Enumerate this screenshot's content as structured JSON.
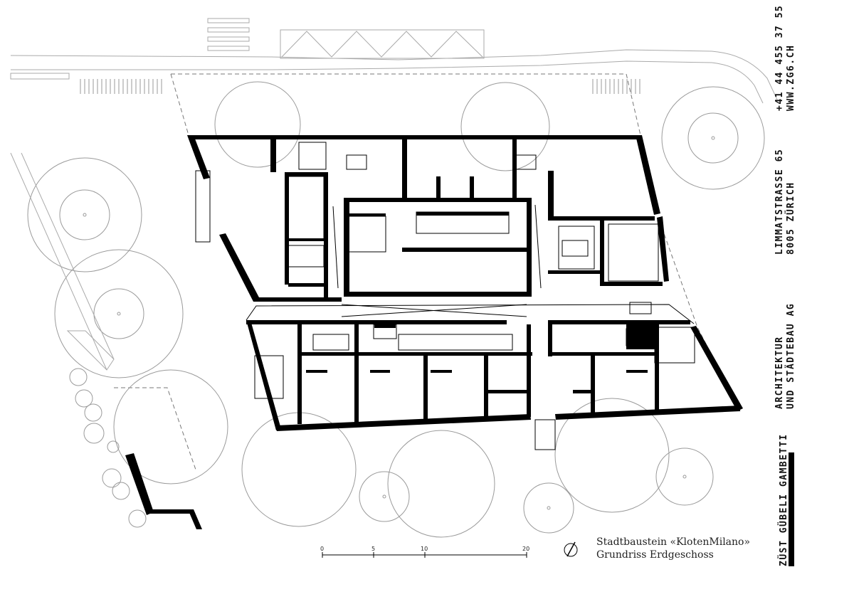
{
  "caption": {
    "title": "Stadtbaustein «KlotenMilano»",
    "subtitle": "Grundriss Erdgeschoss"
  },
  "scale_bar": {
    "labels": [
      "0",
      "5",
      "10",
      "20"
    ]
  },
  "office": {
    "name": "ZÜST GÜBELI GAMBETTI",
    "practice_line1": "ARCHITEKTUR",
    "practice_line2": "UND STÄDTEBAU AG",
    "address_line1": "LIMMATSTRASSE 65",
    "address_line2": "8005 ZÜRICH",
    "phone": "+41 44 455 37 55",
    "web": "WWW.ZG6.CH"
  },
  "icons": {
    "north_arrow": "north-arrow-icon"
  }
}
